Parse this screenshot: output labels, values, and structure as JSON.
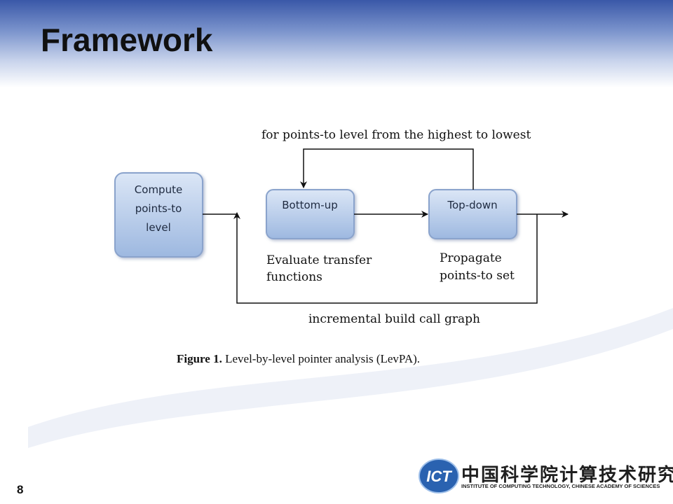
{
  "slide": {
    "title": "Framework",
    "page_number": "8"
  },
  "diagram": {
    "boxes": {
      "compute": [
        "Compute",
        "points-to",
        "level"
      ],
      "bottom_up": "Bottom-up",
      "top_down": "Top-down"
    },
    "labels": {
      "loop_top": "for points-to level from the highest to lowest",
      "evaluate": [
        "Evaluate transfer",
        "functions"
      ],
      "propagate": [
        "Propagate",
        "points-to set"
      ],
      "loop_bottom": "incremental build call graph"
    }
  },
  "caption": {
    "prefix": "Figure 1.",
    "text": "Level-by-level pointer analysis (LevPA)."
  },
  "logo": {
    "mark": "ICT",
    "chinese": "中国科学院计算技术研究所",
    "english": "INSTITUTE OF COMPUTING TECHNOLOGY, CHINESE ACADEMY OF SCIENCES"
  },
  "colors": {
    "header": "#3a58a8",
    "box_fill": "#a8c0e4",
    "logo_blue": "#2a62b0"
  }
}
